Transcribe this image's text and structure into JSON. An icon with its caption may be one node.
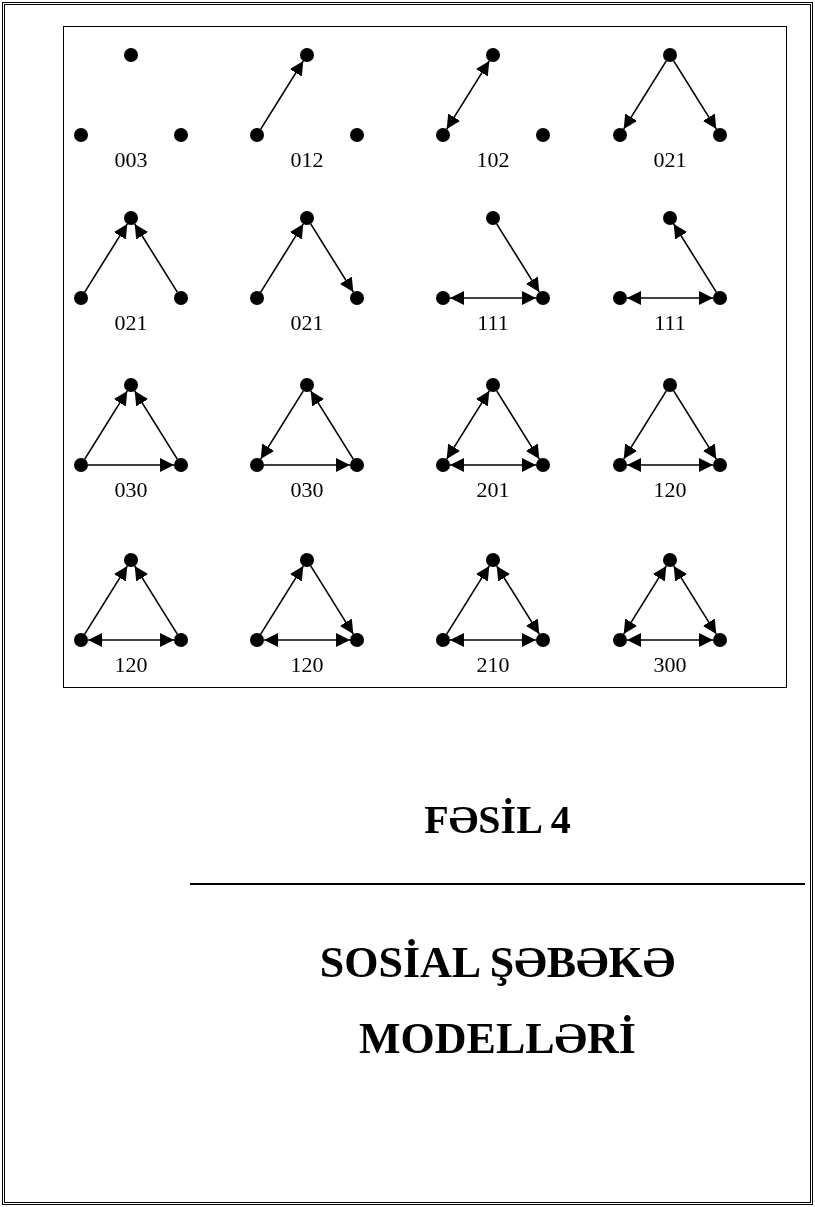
{
  "diagram": {
    "title": "FƏSİL 4",
    "caption": "SOSİAL ŞƏBƏKƏ MODELLƏRİ",
    "nodes": [
      {
        "text": [],
        "shape": "circle"
      },
      {
        "text": [],
        "shape": "circle"
      },
      {
        "text": [],
        "shape": "circle"
      },
      {
        "text": [],
        "shape": "circle"
      },
      {
        "text": [],
        "shape": "circle"
      },
      {
        "text": [],
        "shape": "circle"
      },
      {
        "text": [],
        "shape": "circle"
      },
      {
        "text": [],
        "shape": "circle"
      },
      {
        "text": [],
        "shape": "circle"
      },
      {
        "text": [],
        "shape": "circle"
      },
      {
        "text": [],
        "shape": "circle"
      },
      {
        "text": [],
        "shape": "circle"
      },
      {
        "text": [],
        "shape": "circle"
      },
      {
        "text": [],
        "shape": "circle"
      },
      {
        "text": [],
        "shape": "circle"
      },
      {
        "text": [],
        "shape": "circle"
      },
      {
        "text": [],
        "shape": "circle"
      },
      {
        "text": [],
        "shape": "circle"
      },
      {
        "text": [],
        "shape": "circle"
      },
      {
        "text": [],
        "shape": "circle"
      },
      {
        "text": [],
        "shape": "circle"
      },
      {
        "text": [],
        "shape": "circle"
      },
      {
        "text": [],
        "shape": "circle"
      },
      {
        "text": [],
        "shape": "circle"
      },
      {
        "text": [],
        "shape": "circle"
      },
      {
        "text": [],
        "shape": "circle"
      },
      {
        "text": [],
        "shape": "circle"
      },
      {
        "text": [],
        "shape": "circle"
      },
      {
        "text": [],
        "shape": "circle"
      },
      {
        "text": [],
        "shape": "circle"
      },
      {
        "text": [],
        "shape": "circle"
      },
      {
        "text": [],
        "shape": "circle"
      },
      {
        "text": [],
        "shape": "circle"
      },
      {
        "text": [],
        "shape": "circle"
      },
      {
        "text": [],
        "shape": "circle"
      },
      {
        "text": [],
        "shape": "circle"
      },
      {
        "text": [],
        "shape": "circle"
      },
      {
        "text": [],
        "shape": "circle"
      },
      {
        "text": [],
        "shape": "circle"
      },
      {
        "text": [],
        "shape": "circle"
      },
      {
        "text": [],
        "shape": "circle"
      },
      {
        "text": [],
        "shape": "circle"
      },
      {
        "text": [],
        "shape": "circle"
      },
      {
        "text": [],
        "shape": "circle"
      },
      {
        "text": [],
        "shape": "circle"
      },
      {
        "text": [],
        "shape": "circle"
      },
      {
        "text": [],
        "shape": "circle"
      },
      {
        "text": [],
        "shape": "circle"
      }
    ],
    "edges": [
      {
        "from": 4,
        "to": 3,
        "arrow": "to"
      },
      {
        "from": 7,
        "to": 6,
        "arrow": "both"
      },
      {
        "from": 9,
        "to": 10,
        "arrow": "to"
      },
      {
        "from": 9,
        "to": 11,
        "arrow": "to"
      },
      {
        "from": 13,
        "to": 12,
        "arrow": "to"
      },
      {
        "from": 14,
        "to": 12,
        "arrow": "to"
      },
      {
        "from": 16,
        "to": 15,
        "arrow": "to"
      },
      {
        "from": 15,
        "to": 17,
        "arrow": "to"
      },
      {
        "from": 18,
        "to": 20,
        "arrow": "to"
      },
      {
        "from": 19,
        "to": 20,
        "arrow": "both"
      },
      {
        "from": 23,
        "to": 21,
        "arrow": "to"
      },
      {
        "from": 22,
        "to": 23,
        "arrow": "both"
      },
      {
        "from": 25,
        "to": 24,
        "arrow": "to"
      },
      {
        "from": 26,
        "to": 24,
        "arrow": "to"
      },
      {
        "from": 25,
        "to": 26,
        "arrow": "to"
      },
      {
        "from": 27,
        "to": 28,
        "arrow": "to"
      },
      {
        "from": 29,
        "to": 27,
        "arrow": "to"
      },
      {
        "from": 28,
        "to": 29,
        "arrow": "to"
      },
      {
        "from": 31,
        "to": 30,
        "arrow": "both"
      },
      {
        "from": 30,
        "to": 32,
        "arrow": "to"
      },
      {
        "from": 31,
        "to": 32,
        "arrow": "both"
      },
      {
        "from": 33,
        "to": 34,
        "arrow": "to"
      },
      {
        "from": 33,
        "to": 35,
        "arrow": "to"
      },
      {
        "from": 34,
        "to": 35,
        "arrow": "both"
      },
      {
        "from": 37,
        "to": 36,
        "arrow": "to"
      },
      {
        "from": 38,
        "to": 36,
        "arrow": "to"
      },
      {
        "from": 37,
        "to": 38,
        "arrow": "both"
      },
      {
        "from": 40,
        "to": 39,
        "arrow": "to"
      },
      {
        "from": 39,
        "to": 41,
        "arrow": "to"
      },
      {
        "from": 40,
        "to": 41,
        "arrow": "both"
      },
      {
        "from": 43,
        "to": 42,
        "arrow": "to"
      },
      {
        "from": 42,
        "to": 44,
        "arrow": "both"
      },
      {
        "from": 43,
        "to": 44,
        "arrow": "both"
      },
      {
        "from": 46,
        "to": 45,
        "arrow": "both"
      },
      {
        "from": 45,
        "to": 47,
        "arrow": "both"
      },
      {
        "from": 46,
        "to": 47,
        "arrow": "both"
      }
    ],
    "labels": [
      "003",
      "012",
      "102",
      "021",
      "021",
      "021",
      "111",
      "111",
      "030",
      "030",
      "201",
      "120",
      "120",
      "120",
      "210",
      "300"
    ]
  }
}
